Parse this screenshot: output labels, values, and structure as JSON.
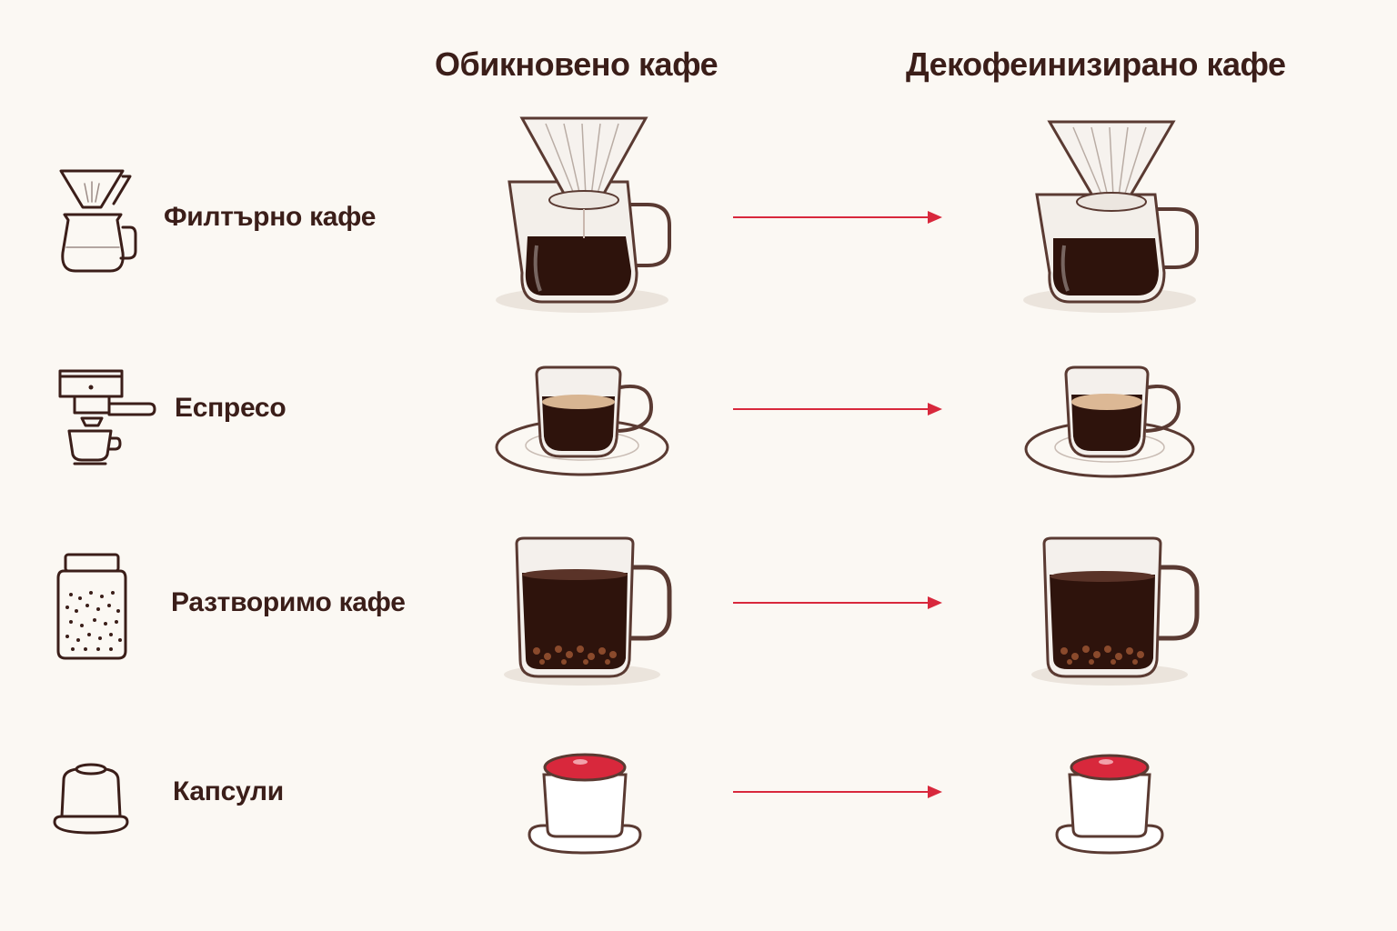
{
  "header": {
    "regular": "Обикновено кафе",
    "decaf": "Декофеинизирано кафе"
  },
  "rows": [
    {
      "label": "Филтърно кафе",
      "icon": "pour-over-icon"
    },
    {
      "label": "Еспресо",
      "icon": "espresso-machine-icon"
    },
    {
      "label": "Разтворимо кафе",
      "icon": "coffee-jar-icon"
    },
    {
      "label": "Капсули",
      "icon": "capsule-icon"
    }
  ],
  "colors": {
    "background": "#fbf8f3",
    "text": "#3b1e19",
    "arrow": "#d8283c",
    "coffee": "#2e130c",
    "capsule_top": "#d8283c"
  }
}
